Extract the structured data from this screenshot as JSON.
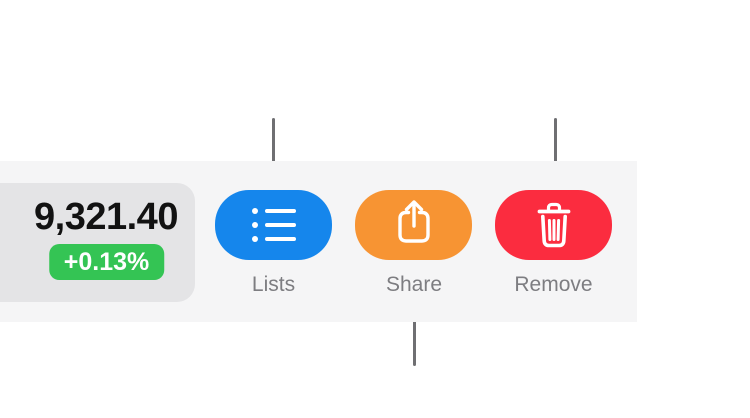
{
  "stock": {
    "price": "9,321.40",
    "change": "+0.13%"
  },
  "toolbar": {
    "buttons": [
      {
        "label": "Lists",
        "icon": "bullet-list-icon",
        "color": "#1586ec"
      },
      {
        "label": "Share",
        "icon": "share-arrow-up-icon",
        "color": "#f79433"
      },
      {
        "label": "Remove",
        "icon": "trash-icon",
        "color": "#fb2c3f"
      }
    ]
  },
  "colors": {
    "page_background": "#ffffff",
    "toolbar_background": "#f5f5f6",
    "price_cell_background": "#e4e4e6",
    "price_text": "#121212",
    "change_badge": "#34c454",
    "change_text": "#ffffff",
    "button_label_text": "#7d7d81",
    "callout_line": "#6f6f72"
  }
}
